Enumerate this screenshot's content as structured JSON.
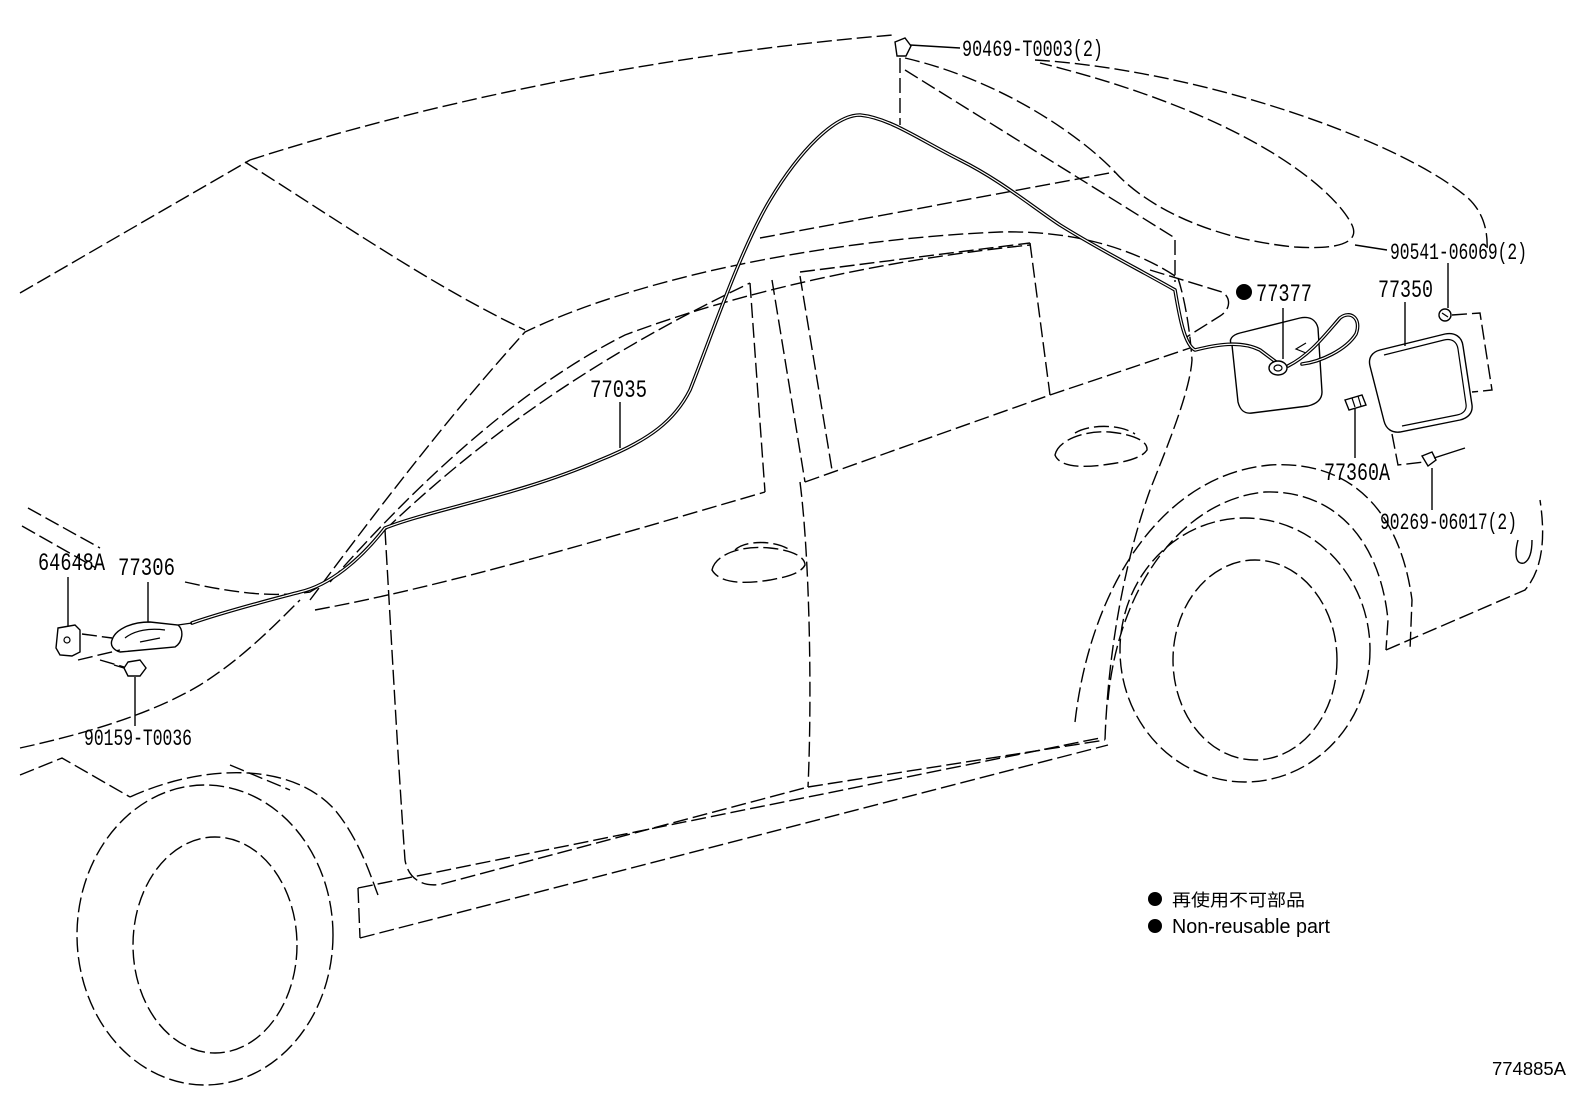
{
  "diagram": {
    "callouts": [
      {
        "label": "90469-T0003(2)"
      },
      {
        "label": "90541-06069(2)"
      },
      {
        "label": "77377",
        "non_reusable": true
      },
      {
        "label": "77350"
      },
      {
        "label": "77035"
      },
      {
        "label": "77360A"
      },
      {
        "label": "90269-06017(2)"
      },
      {
        "label": "64648A"
      },
      {
        "label": "77306"
      },
      {
        "label": "90159-T0036"
      }
    ],
    "legend": {
      "bullet_icon": "filled-circle",
      "non_reusable_jp": "再使用不可部品",
      "non_reusable_en": "Non-reusable part"
    },
    "figure_code": "774885A"
  },
  "colors": {
    "line": "#000000",
    "background": "#ffffff"
  }
}
